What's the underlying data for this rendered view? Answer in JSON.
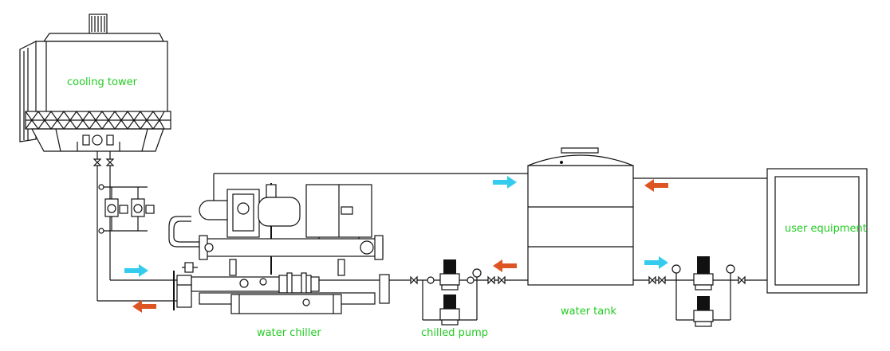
{
  "labels": {
    "cooling_tower": "cooling tower",
    "water_chiller": "water chiller",
    "chilled_pump": "chilled pump",
    "water_tank": "water tank",
    "user_equipment": "user equipment"
  },
  "colors": {
    "label": "#22cc22",
    "cold_arrow": "#33ccee",
    "hot_arrow": "#dd5522",
    "line": "#111111"
  }
}
